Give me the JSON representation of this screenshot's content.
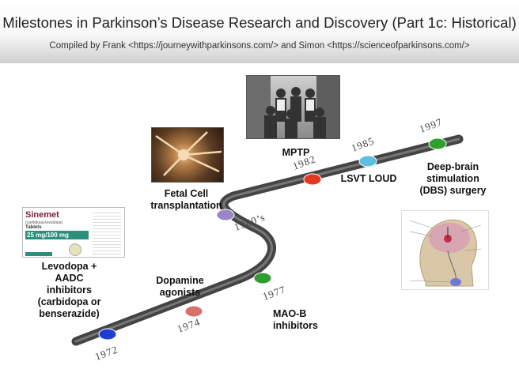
{
  "header": {
    "title": "Milestones in Parkinson’s Disease Research and Discovery (Part 1c: Historical)",
    "subtitle": "Compiled by Frank <https://journeywithparkinsons.com/> and Simon <https://scienceofparkinsons.com/>"
  },
  "milestones": [
    {
      "year": "1972",
      "label": "Levodopa +\nAADC\ninhibitors\n(carbidopa or\nbenserazide)",
      "color": "#1f3fd1"
    },
    {
      "year": "1974",
      "label": "Dopamine\nagonists",
      "color": "#d97070"
    },
    {
      "year": "1977",
      "label": "MAO-B\ninhibitors",
      "color": "#2e9e2e"
    },
    {
      "year": "1980’s",
      "label": "Fetal Cell\ntransplantation",
      "color": "#9a86c6"
    },
    {
      "year": "1982",
      "label": "MPTP",
      "color": "#e23a1e"
    },
    {
      "year": "1985",
      "label": "LSVT LOUD",
      "color": "#5bc0e0"
    },
    {
      "year": "1997",
      "label": "Deep-brain\nstimulation\n(DBS) surgery",
      "color": "#2ea02e"
    }
  ],
  "box": {
    "brand": "Sinemet",
    "subname": "(carbidopa-levodopa)",
    "form": "Tablets",
    "dose": "25 mg/100 mg"
  },
  "icons": {
    "box": "medicine-box-image",
    "neuron": "neuron-image",
    "group": "group-photo-image",
    "dbs": "dbs-head-image"
  }
}
